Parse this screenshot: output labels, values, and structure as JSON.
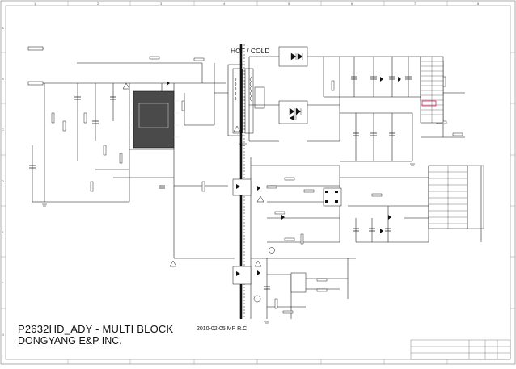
{
  "title_block": {
    "main_title": "P2632HD_ADY - MULTI BLOCK",
    "date_revision": "2010-02-05 MP R.C",
    "company": "DONGYANG E&P INC."
  },
  "isolation": {
    "label": "HOT / COLD"
  },
  "border": {
    "columns": [
      "1",
      "2",
      "3",
      "4",
      "5",
      "6",
      "7",
      "8"
    ],
    "rows": [
      "A",
      "B",
      "C",
      "D",
      "E",
      "F",
      "G"
    ]
  },
  "colors": {
    "line": "#111111",
    "ic_fill": "#4a4a4a",
    "highlight": "#e0206a",
    "background": "#ffffff"
  }
}
